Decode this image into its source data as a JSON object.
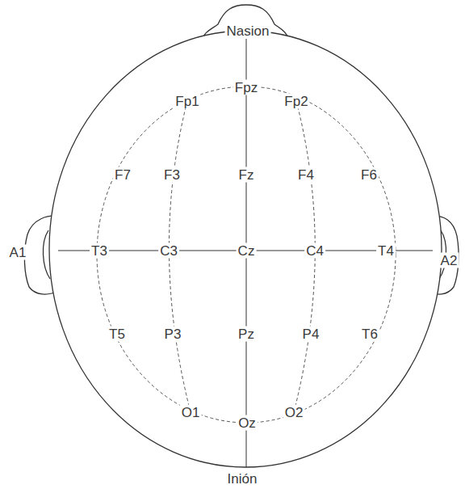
{
  "diagram": {
    "labels": [
      "Nasion",
      "Fpz",
      "Fp1",
      "Fp2",
      "F7",
      "F3",
      "Fz",
      "F4",
      "F6",
      "A1",
      "T3",
      "C3",
      "Cz",
      "C4",
      "T4",
      "A2",
      "T5",
      "P3",
      "Pz",
      "P4",
      "T6",
      "O1",
      "Oz",
      "O2",
      "Inión"
    ]
  }
}
